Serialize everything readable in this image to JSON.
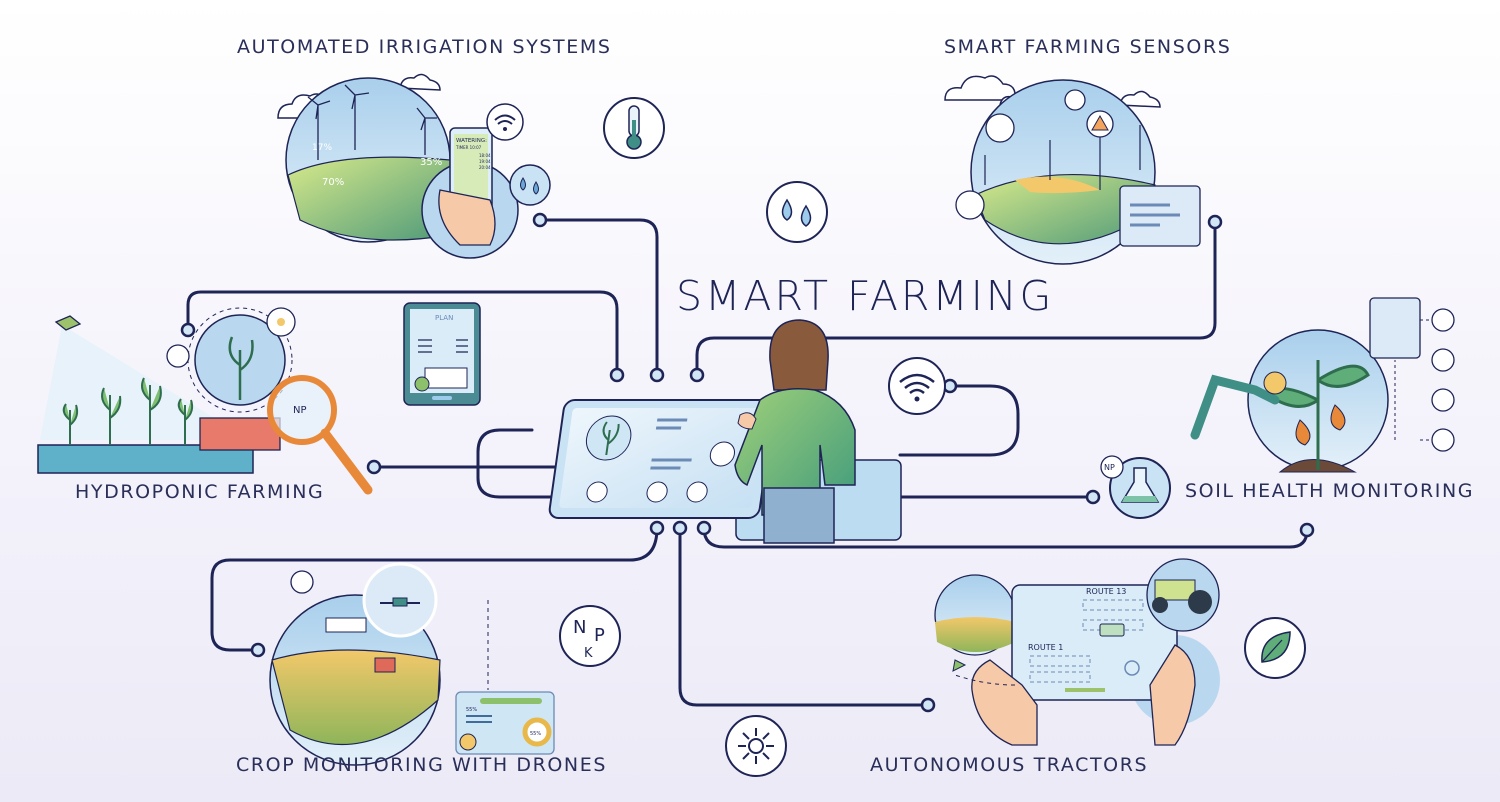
{
  "title": "SMART FARMING",
  "sections": {
    "irrigation": "AUTOMATED IRRIGATION SYSTEMS",
    "sensors": "SMART FARMING SENSORS",
    "hydroponic": "HYDROPONIC FARMING",
    "soil": "SOIL HEALTH MONITORING",
    "drones": "CROP MONITORING WITH DRONES",
    "tractors": "AUTONOMOUS TRACTORS"
  },
  "irrigation_detail": {
    "phone_heading": "WATERING:",
    "timer": "TIMER 10:07",
    "times": [
      "18:04",
      "19:04",
      "20:04"
    ],
    "field_percents": [
      "17%",
      "35%",
      "70%"
    ]
  },
  "plan_tablet": {
    "heading": "PLAN"
  },
  "tractor_tablet": {
    "route_a": "ROUTE 13",
    "route_b": "ROUTE 1"
  },
  "drone_panel": {
    "bar_percent": "55%",
    "donut_percent": "55%"
  },
  "npk": {
    "n": "N",
    "p": "P",
    "k": "K"
  },
  "icons": [
    "thermometer-icon",
    "water-drops-icon",
    "wifi-icon",
    "npk-icon",
    "sun-icon",
    "leaf-icon",
    "flask-icon",
    "magnifier-icon",
    "drone-icon",
    "tractor-icon",
    "cloud-icon",
    "warning-icon",
    "wind-turbine-icon"
  ],
  "colors": {
    "navy": "#1e2456",
    "light_blue": "#b9d8ef",
    "green": "#8cc06b",
    "orange": "#e8893a"
  }
}
